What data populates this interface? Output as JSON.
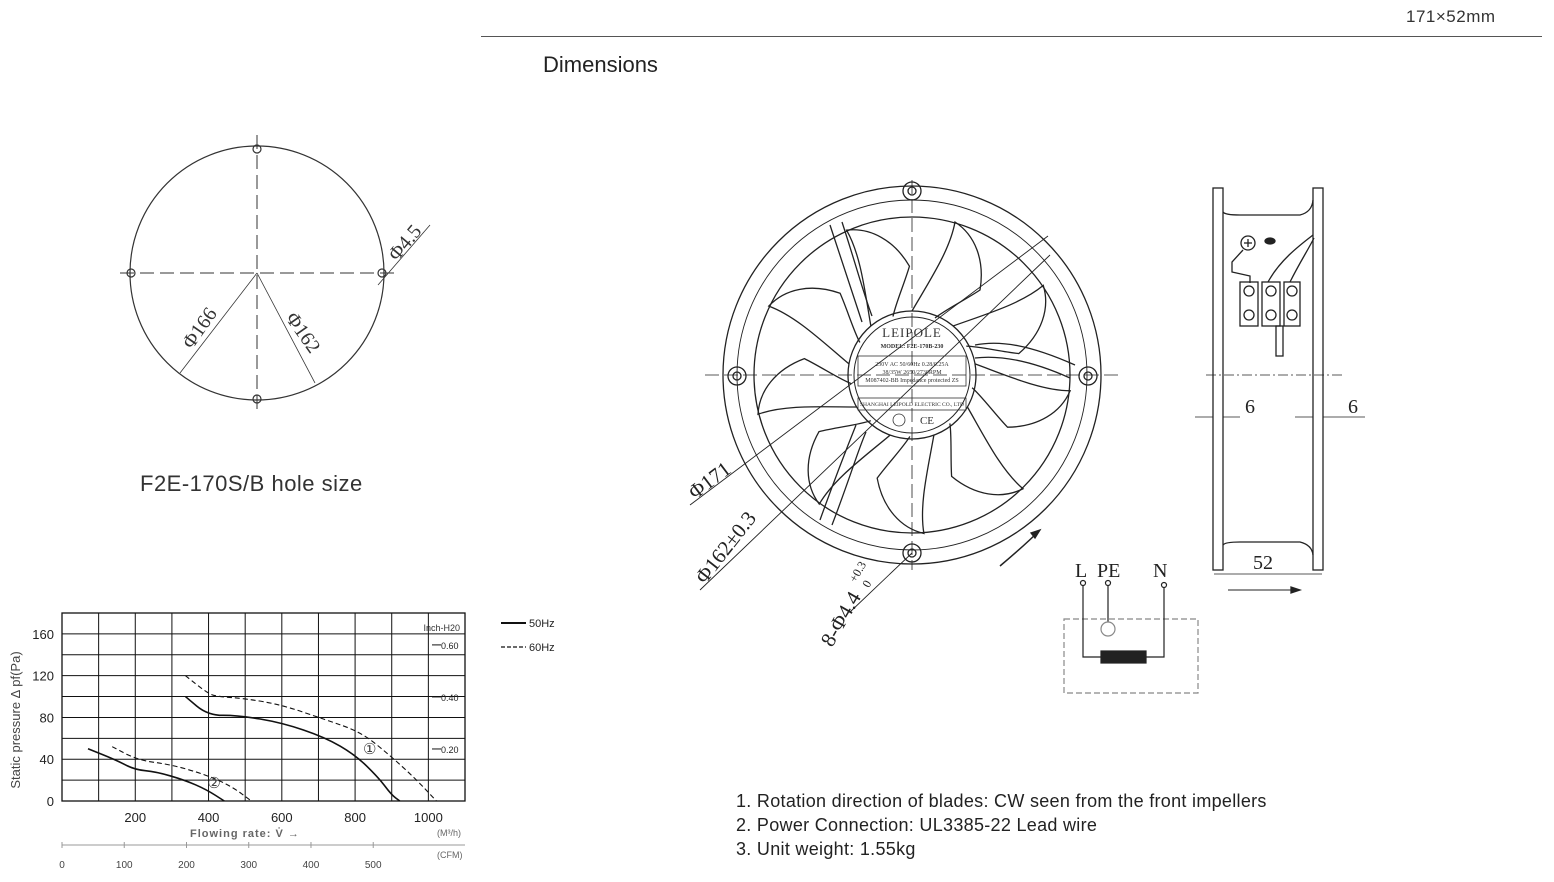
{
  "header": {
    "size": "171×52mm",
    "section_title": "Dimensions"
  },
  "hole_drawing": {
    "caption": "F2E-170S/B hole size",
    "dims": {
      "hole": "Φ4.5",
      "outer": "Φ166",
      "inner": "Φ162"
    }
  },
  "front_view": {
    "dims": {
      "outer": "Φ171",
      "inner": "Φ162±0.3",
      "holes_prefix": "8-Φ4.4",
      "holes_tol_plus": "+0.3",
      "holes_tol_minus": "0"
    },
    "label": {
      "brand": "LEIPOLE",
      "model": "MODEL: F2E-170B-230",
      "line1": "230V AC 50/60Hz 0.28/0.25A",
      "line2": "38/35W 2650/2730RPM",
      "line3": "M087402-BB Impedance protected ZS",
      "maker": "SHANGHAI LEIPOLD ELECTRIC CO., LTD"
    }
  },
  "side_view": {
    "flange_left": "6",
    "flange_right": "6",
    "depth": "52"
  },
  "wiring": {
    "l": "L",
    "pe": "PE",
    "n": "N"
  },
  "notes": [
    "1. Rotation direction of blades: CW seen from the front impellers",
    "2. Power Connection: UL3385-22 Lead wire",
    "3. Unit weight: 1.55kg"
  ],
  "chart_data": {
    "type": "line",
    "ylabel": "Static pressure  Δ pf(Pa)",
    "xlabel": "Flowing rate: V̇  →",
    "x_unit": "(M³/h)",
    "x2_unit": "(CFM)",
    "y2_unit": "Inch-H20",
    "xlim": [
      0,
      1100
    ],
    "ylim": [
      0,
      180
    ],
    "grid": true,
    "x_ticks": [
      200,
      400,
      600,
      800,
      1000
    ],
    "x_tick_labels": [
      "200",
      "400",
      "600",
      "800",
      "1000"
    ],
    "y_ticks": [
      0,
      40,
      80,
      120,
      160
    ],
    "y_tick_labels": [
      "0",
      "40",
      "80",
      "120",
      "160"
    ],
    "y2_ticks": [
      0.2,
      0.4,
      0.6
    ],
    "y2_tick_labels": [
      "0.20",
      "0.40",
      "0.60"
    ],
    "cfm_ticks": [
      0,
      100,
      200,
      300,
      400,
      500
    ],
    "cfm_tick_labels": [
      "0",
      "100",
      "200",
      "300",
      "400",
      "500"
    ],
    "legend": [
      {
        "name": "50Hz",
        "style": "solid"
      },
      {
        "name": "60Hz",
        "style": "dashed"
      }
    ],
    "legend_position": "right-outside",
    "series": [
      {
        "name": "① 50Hz",
        "style": "solid",
        "x": [
          337,
          398,
          482,
          600,
          718,
          801,
          865,
          899,
          922
        ],
        "y": [
          100,
          82,
          82,
          75,
          61,
          44,
          22,
          6,
          0
        ]
      },
      {
        "name": "① 60Hz",
        "style": "dashed",
        "x": [
          337,
          398,
          424,
          502,
          600,
          718,
          816,
          894,
          963,
          1022
        ],
        "y": [
          120,
          103,
          100,
          98,
          92,
          78,
          66,
          44,
          22,
          0
        ]
      },
      {
        "name": "② 50Hz",
        "style": "solid",
        "x": [
          71,
          149,
          198,
          257,
          335,
          394,
          443
        ],
        "y": [
          50,
          39,
          30,
          28,
          20,
          11,
          0
        ]
      },
      {
        "name": "② 60Hz",
        "style": "dashed",
        "x": [
          137,
          208,
          296,
          394,
          463,
          517
        ],
        "y": [
          52,
          39,
          35,
          25,
          14,
          0
        ]
      }
    ],
    "annotations": [
      {
        "text": "①",
        "x": 840,
        "y": 50
      },
      {
        "text": "②",
        "x": 415,
        "y": 17
      }
    ]
  }
}
